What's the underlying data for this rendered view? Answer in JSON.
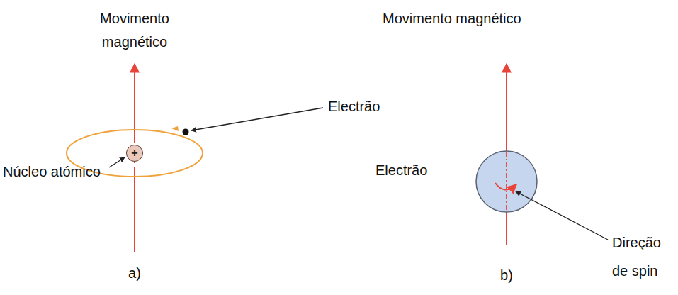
{
  "diagram": {
    "nodes": [
      {
        "text": [
          "+"
        ]
      }
    ],
    "labels": [
      "Movimento magnético",
      "Electrão",
      "Núcleo atómico",
      "a)",
      "Movimento magnético",
      "Electrão",
      "Direção de spin",
      "b)"
    ]
  }
}
